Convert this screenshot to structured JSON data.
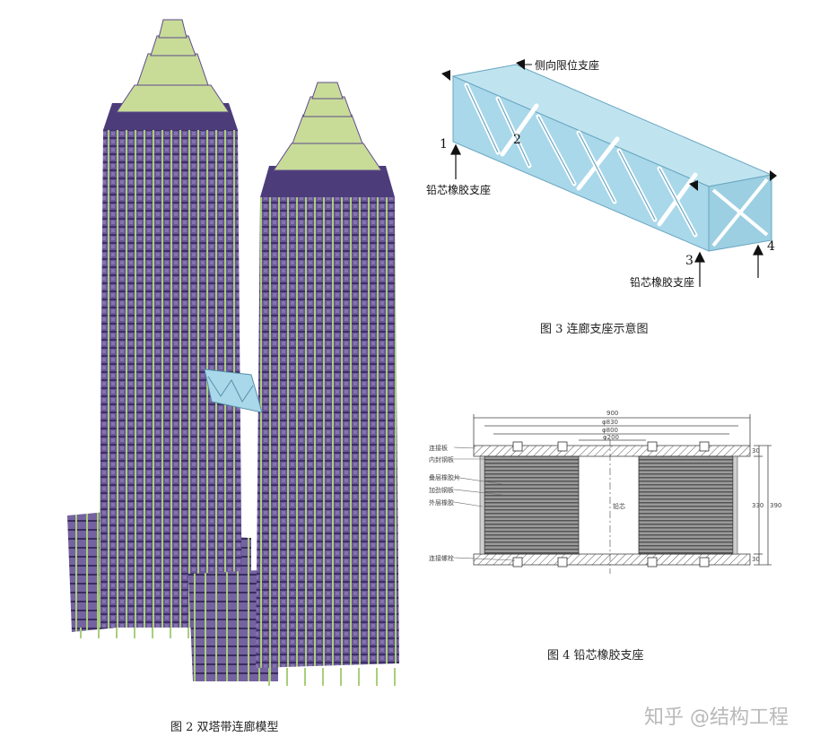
{
  "fig2": {
    "caption": "图 2  双塔带连廊模型"
  },
  "fig3": {
    "caption": "图 3  连廊支座示意图",
    "label_lateral": "侧向限位支座",
    "label_bearing_top": "铅芯橡胶支座",
    "label_bearing_bottom": "铅芯橡胶支座",
    "points": [
      "1",
      "2",
      "3",
      "4"
    ]
  },
  "fig4": {
    "caption": "图 4  铅芯橡胶支座",
    "dims_top": [
      "900",
      "φ830",
      "φ800",
      "φ200"
    ],
    "dims_right": [
      "30",
      "330",
      "390",
      "30"
    ],
    "left_labels": [
      "连接板",
      "内封钢板",
      "叠层橡胶片",
      "加劲钢板",
      "外层橡胶"
    ],
    "bottom_label": "连接螺栓",
    "center_label": "铅芯"
  },
  "watermark": {
    "text": "知乎 @结构工程"
  },
  "colors": {
    "truss": "#a8d8ea",
    "tower": "#5e4a8c",
    "tower_column": "#b8d888",
    "crown": "#c8dc98"
  }
}
